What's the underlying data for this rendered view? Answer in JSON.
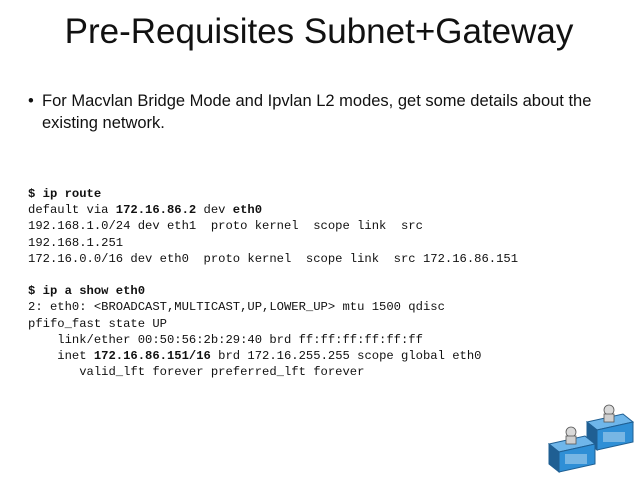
{
  "slide": {
    "title": "Pre-Requisites Subnet+Gateway",
    "bullets": [
      "For Macvlan Bridge Mode and Ipvlan L2 modes, get some details about the existing network."
    ],
    "bullet_glyph": "•"
  },
  "code": {
    "route_cmd": "$ ip route",
    "route_default_pre": "default via ",
    "route_default_gw": "172.16.86.2",
    "route_default_mid": " dev ",
    "route_default_dev": "eth0",
    "route_line2": "192.168.1.0/24 dev eth1  proto kernel  scope link  src",
    "route_line3": "192.168.1.251",
    "route_line4": "172.16.0.0/16 dev eth0  proto kernel  scope link  src 172.16.86.151",
    "addr_cmd": "$ ip a show eth0",
    "addr_line1": "2: eth0: <BROADCAST,MULTICAST,UP,LOWER_UP> mtu 1500 qdisc",
    "addr_line2": "pfifo_fast state UP",
    "addr_line3": "    link/ether 00:50:56:2b:29:40 brd ff:ff:ff:ff:ff:ff",
    "addr_inet_pre": "    inet ",
    "addr_inet_ip": "172.16.86.151/16",
    "addr_inet_post": " brd 172.16.255.255 scope global eth0",
    "addr_line5": "       valid_lft forever preferred_lft forever"
  },
  "colors": {
    "container_blue": "#2f8fd6",
    "container_dark": "#1f5f93"
  },
  "icons": {
    "logo": "container-logo-icon"
  }
}
